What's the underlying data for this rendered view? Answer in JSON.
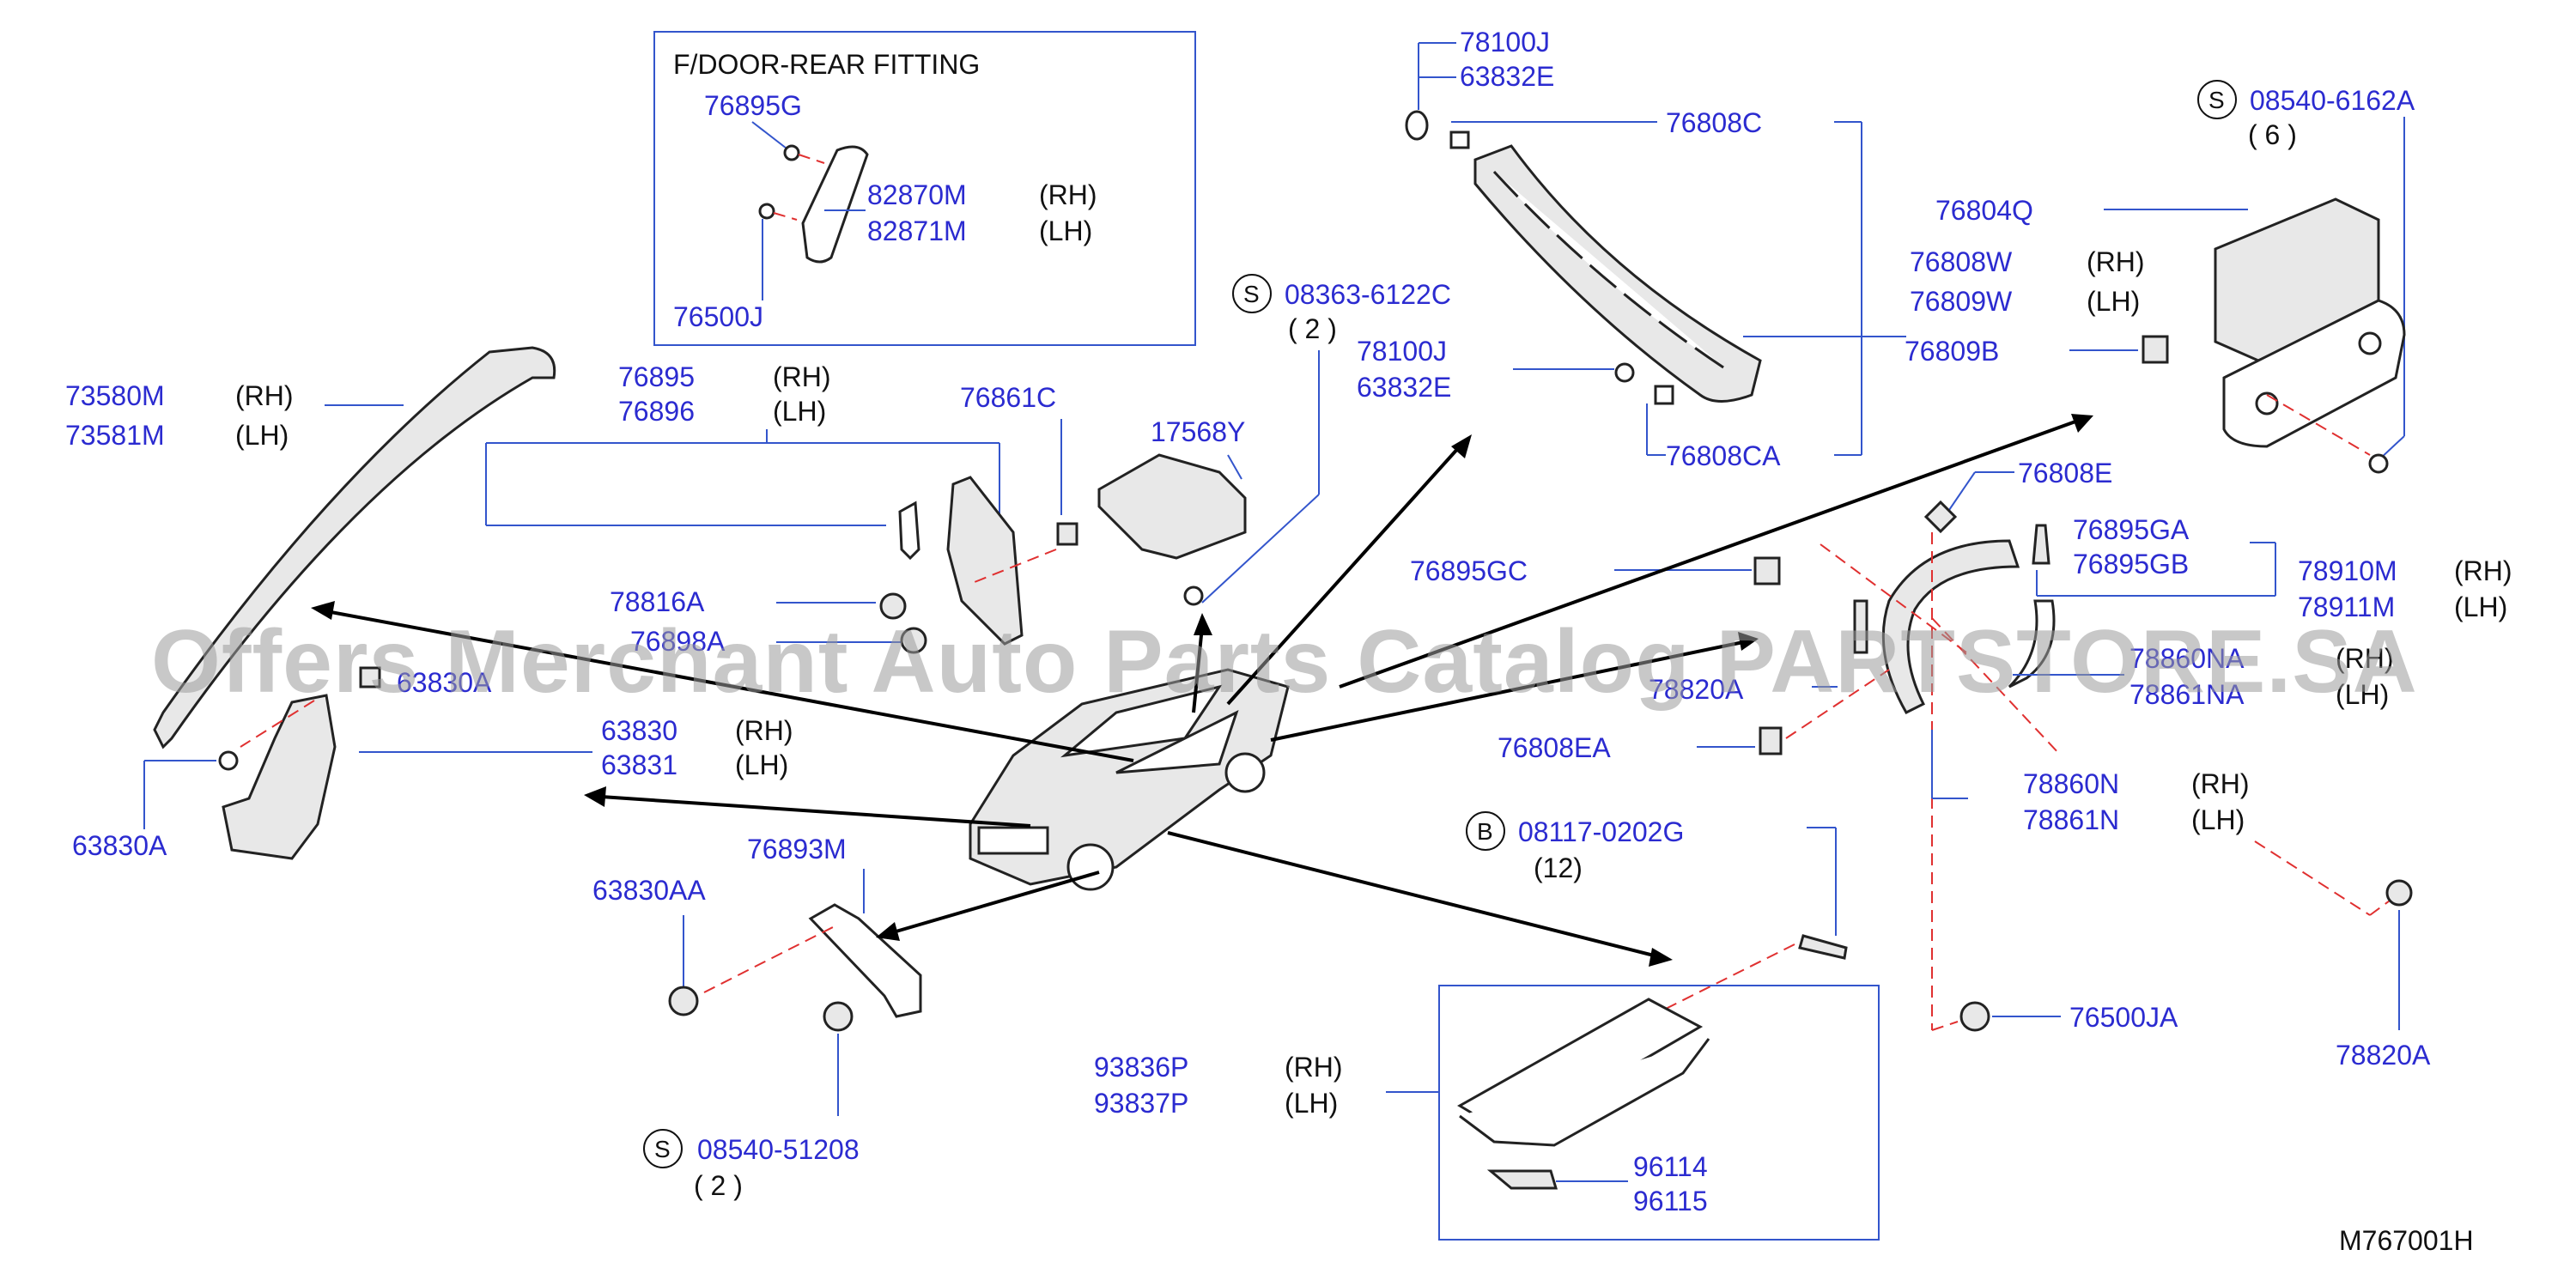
{
  "diagram_id": "M767001H",
  "watermark": "Offers Merchant Auto Parts Catalog PARTSTORE.SA",
  "inset_title": "F/DOOR-REAR   FITTING",
  "labels": {
    "p76895G": "76895G",
    "p82870M": "82870M",
    "p82871M": "82871M",
    "p76500J": "76500J",
    "rh1": "(RH)",
    "lh1": "(LH)",
    "s1": "S",
    "s1_code": "08363-6122C",
    "s1_qty": "( 2 )",
    "p78100J_a": "78100J",
    "p63832E_a": "63832E",
    "p76808C": "76808C",
    "p78100J_b": "78100J",
    "p63832E_b": "63832E",
    "p76808CA": "76808CA",
    "p76804Q": "76804Q",
    "p76808W": "76808W",
    "p76809W": "76809W",
    "rh2": "(RH)",
    "lh2": "(LH)",
    "p76809B": "76809B",
    "s2": "S",
    "s2_code": "08540-6162A",
    "s2_qty": "( 6 )",
    "p73580M": "73580M",
    "p73581M": "73581M",
    "rh3": "(RH)",
    "lh3": "(LH)",
    "p76895": "76895",
    "p76896": "76896",
    "rh4": "(RH)",
    "lh4": "(LH)",
    "p76861C": "76861C",
    "p17568Y": "17568Y",
    "p78816A": "78816A",
    "p76898A": "76898A",
    "p63830_top": "63830A",
    "p63830": "63830",
    "p63831": "63831",
    "rh5": "(RH)",
    "lh5": "(LH)",
    "p63830A": "63830A",
    "p76808E": "76808E",
    "p76895GA": "76895GA",
    "p76895GB": "76895GB",
    "p76895GC": "76895GC",
    "p78910M": "78910M",
    "p78911M": "78911M",
    "rh6": "(RH)",
    "lh6": "(LH)",
    "p78860NA": "78860NA",
    "p78861NA": "78861NA",
    "rh7": "(RH)",
    "lh7": "(LH)",
    "p78820A_mid": "78820A",
    "p76808EA": "76808EA",
    "p78860N": "78860N",
    "p78861N": "78861N",
    "rh8": "(RH)",
    "lh8": "(LH)",
    "b1": "B",
    "b1_code": "08117-0202G",
    "b1_qty": "(12)",
    "p78820A": "78820A",
    "p76500JA": "76500JA",
    "p76893M": "76893M",
    "p63830AA": "63830AA",
    "s3": "S",
    "s3_code": "08540-51208",
    "s3_qty": "( 2 )",
    "p93836P": "93836P",
    "p93837P": "93837P",
    "rh9": "(RH)",
    "lh9": "(LH)",
    "p96114": "96114",
    "p96115": "96115"
  }
}
